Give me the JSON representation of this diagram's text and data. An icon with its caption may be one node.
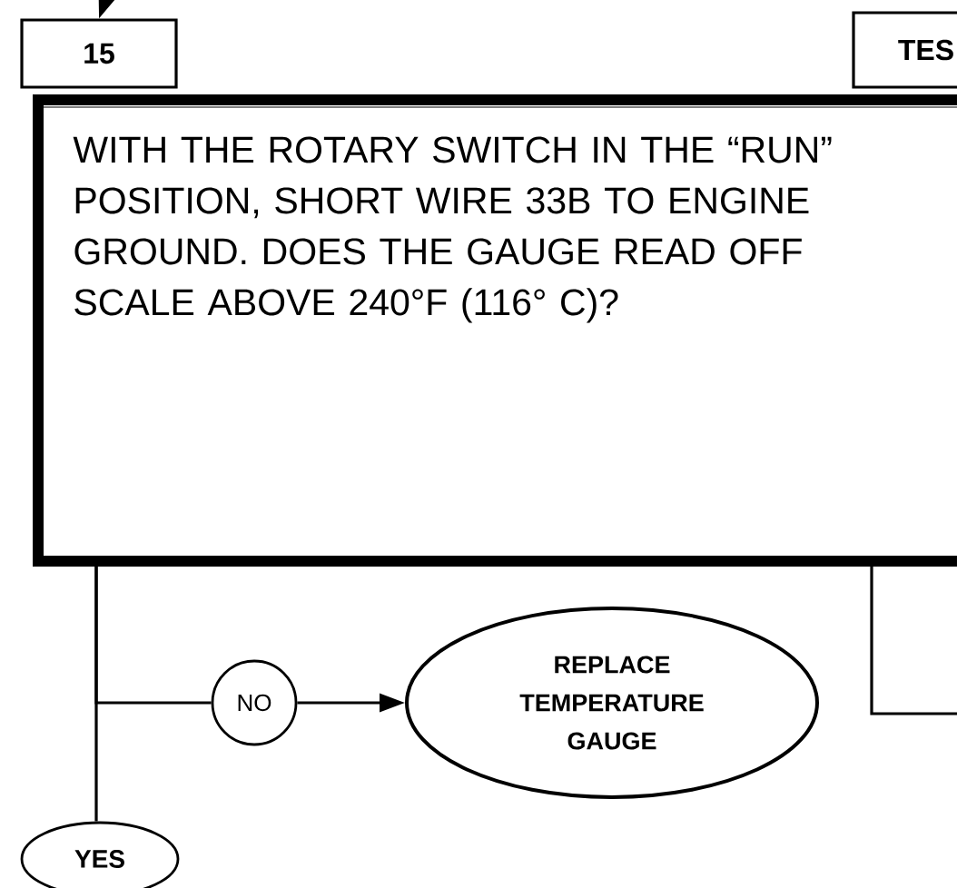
{
  "diagram": {
    "nodes": [
      {
        "text": [
          "15"
        ]
      },
      {
        "text": [
          "TES"
        ]
      },
      {
        "text": [
          "WITH THE ROTARY SWITCH IN THE “RUN” POSITION, SHORT WIRE 33B TO ENGINE GROUND. DOES THE GAUGE READ OFF SCALE ABOVE 240°F (116° C)?"
        ]
      },
      {
        "text": [
          "NO"
        ]
      },
      {
        "text": [
          "REPLACE TEMPERATURE GAUGE"
        ]
      },
      {
        "text": [
          "YES"
        ]
      }
    ],
    "edges": [
      {
        "from": null,
        "to": 0,
        "arrow": "to"
      },
      {
        "from": 2,
        "to": 3,
        "arrow": "none"
      },
      {
        "from": 3,
        "to": 4,
        "arrow": "to"
      },
      {
        "from": 2,
        "to": 5,
        "arrow": "none"
      },
      {
        "from": 2,
        "to": null,
        "arrow": "none"
      }
    ]
  }
}
